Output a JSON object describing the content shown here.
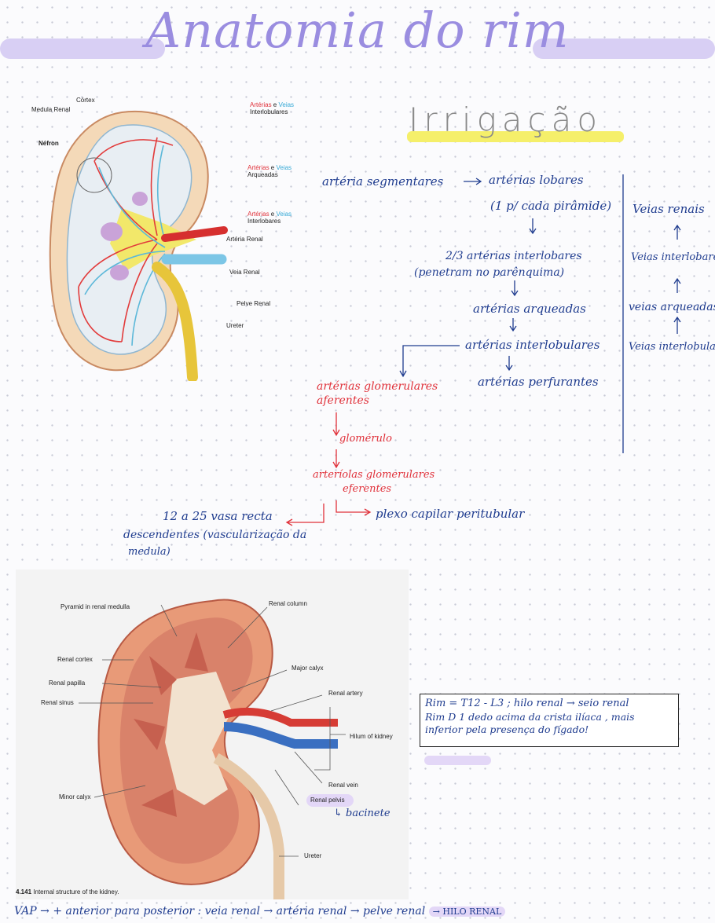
{
  "title": "Anatomia do rim",
  "irrigacao_heading": "Irrigação",
  "figure1": {
    "labels": {
      "cortex": "Córtex",
      "medula": "Medula Renal",
      "nefron": "Néfron",
      "art_word": "Artérias",
      "e_word": "e",
      "veias_word": "Veias",
      "interlobulares": "Interlobulares",
      "arqueadas": "Arqueadas",
      "interlobares": "Interlobares",
      "arteria_renal": "Artéria Renal",
      "veia_renal": "Veia Renal",
      "pelve_renal": "Pelve Renal",
      "ureter": "Ureter"
    }
  },
  "flow": {
    "seg": "artéria segmentares",
    "lob": "artérias lobares",
    "lob_note": "(1 p/ cada pirâmide)",
    "interlob": "2/3 artérias interlobares",
    "interlob_note": "(penetram no parênquima)",
    "arq": "artérias arqueadas",
    "interlobul": "artérias interlobulares",
    "perf": "artérias perfurantes",
    "glom_aff_1": "artérias glomerulares",
    "glom_aff_2": "aferentes",
    "glomerulo": "glomérulo",
    "eff_1": "arteríolas glomerulares",
    "eff_2": "eferentes",
    "plexo": "plexo capilar peritubular",
    "vasa_1": "12 a 25 vasa recta",
    "vasa_2": "descendentes (vascularização da",
    "vasa_3": "medula)"
  },
  "veins": [
    "Veias renais",
    "Veias interlobares",
    "veias arqueadas",
    "Veias interlobulares"
  ],
  "figure2": {
    "labels": {
      "pyramid": "Pyramid in renal medulla",
      "column": "Renal column",
      "cortex": "Renal cortex",
      "major": "Major calyx",
      "papilla": "Renal papilla",
      "sinus": "Renal sinus",
      "artery": "Renal artery",
      "hilum": "Hilum of kidney",
      "vein": "Renal vein",
      "minor": "Minor calyx",
      "pelvis": "Renal pelvis",
      "ureter": "Ureter"
    },
    "bacinete": "bacinete",
    "caption_num": "4.141",
    "caption": "Internal structure of the kidney."
  },
  "note_box": {
    "line1": "Rim = T12 - L3   ; hilo renal → seio renal",
    "line2": "Rim D 1 dedo acima da crista ilíaca , mais",
    "line3": "inferior pela presença do fígado!"
  },
  "vap": {
    "text": "VAP → + anterior para posterior : veia renal → artéria renal → pelve renal",
    "highlight": "→ HILO RENAL"
  }
}
